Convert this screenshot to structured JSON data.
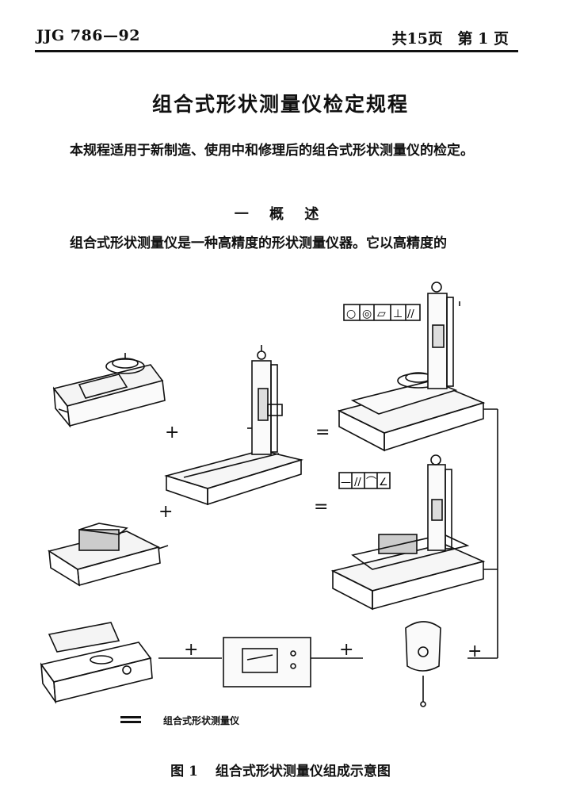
{
  "header": {
    "code": "JJG 786—92",
    "total_pages": "共15页",
    "page_no": "第 1 页"
  },
  "title": "组合式形状测量仪检定规程",
  "intro": "本规程适用于新制造、使用中和修理后的组合式形状测量仪的检定。",
  "section_heading": "一 概 述",
  "overview_text": "组合式形状测量仪是一种高精度的形状测量仪器。它以高精度的",
  "figure": {
    "symbols_top": [
      "○",
      "◎",
      "▱",
      "⊥",
      "//"
    ],
    "symbols_mid": [
      "—",
      "//",
      "⌒",
      "∠"
    ],
    "legend_label": "组合式形状测量仪",
    "caption_num": "图 1",
    "caption_text": "组合式形状测量仪组成示意图"
  }
}
